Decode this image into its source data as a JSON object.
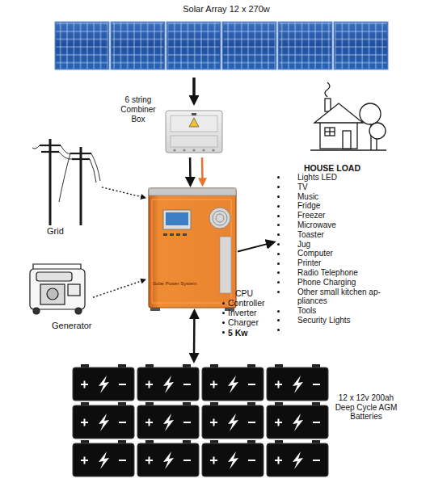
{
  "diagram": {
    "nodes": [
      {
        "text": [
          "Solar Array 12 x 270w"
        ]
      },
      {
        "text": [
          "6 string Combiner Box"
        ]
      },
      {
        "text": [
          "HOUSE LOAD",
          "Lights LED",
          "TV",
          "Music",
          "Fridge",
          "Freezer",
          "Microwave",
          "Toaster",
          "Jug",
          "Computer",
          "Printer",
          "Radio Telephone",
          "Phone Charging",
          "Other small kitchen ap- pliances",
          "Tools",
          "Security Lights"
        ]
      },
      {
        "text": [
          "Grid"
        ]
      },
      {
        "text": [
          "Solar Power System",
          "CPU",
          "Controller",
          "Inverter",
          "Charger",
          "5 Kw"
        ]
      },
      {
        "text": [
          "Generator"
        ]
      },
      {
        "text": [
          "12 x 12v 200ah Deep Cycle AGM Batteries"
        ]
      }
    ],
    "edges": [
      {
        "from": 0,
        "to": 1,
        "arrow": "to"
      },
      {
        "from": 1,
        "to": 4,
        "arrow": "to"
      },
      {
        "from": 1,
        "to": 4,
        "arrow": "to"
      },
      {
        "from": 3,
        "to": 4,
        "arrow": "to"
      },
      {
        "from": 5,
        "to": 4,
        "arrow": "to"
      },
      {
        "from": 4,
        "to": 2,
        "arrow": "to"
      },
      {
        "from": 4,
        "to": 6,
        "arrow": "both"
      }
    ]
  }
}
